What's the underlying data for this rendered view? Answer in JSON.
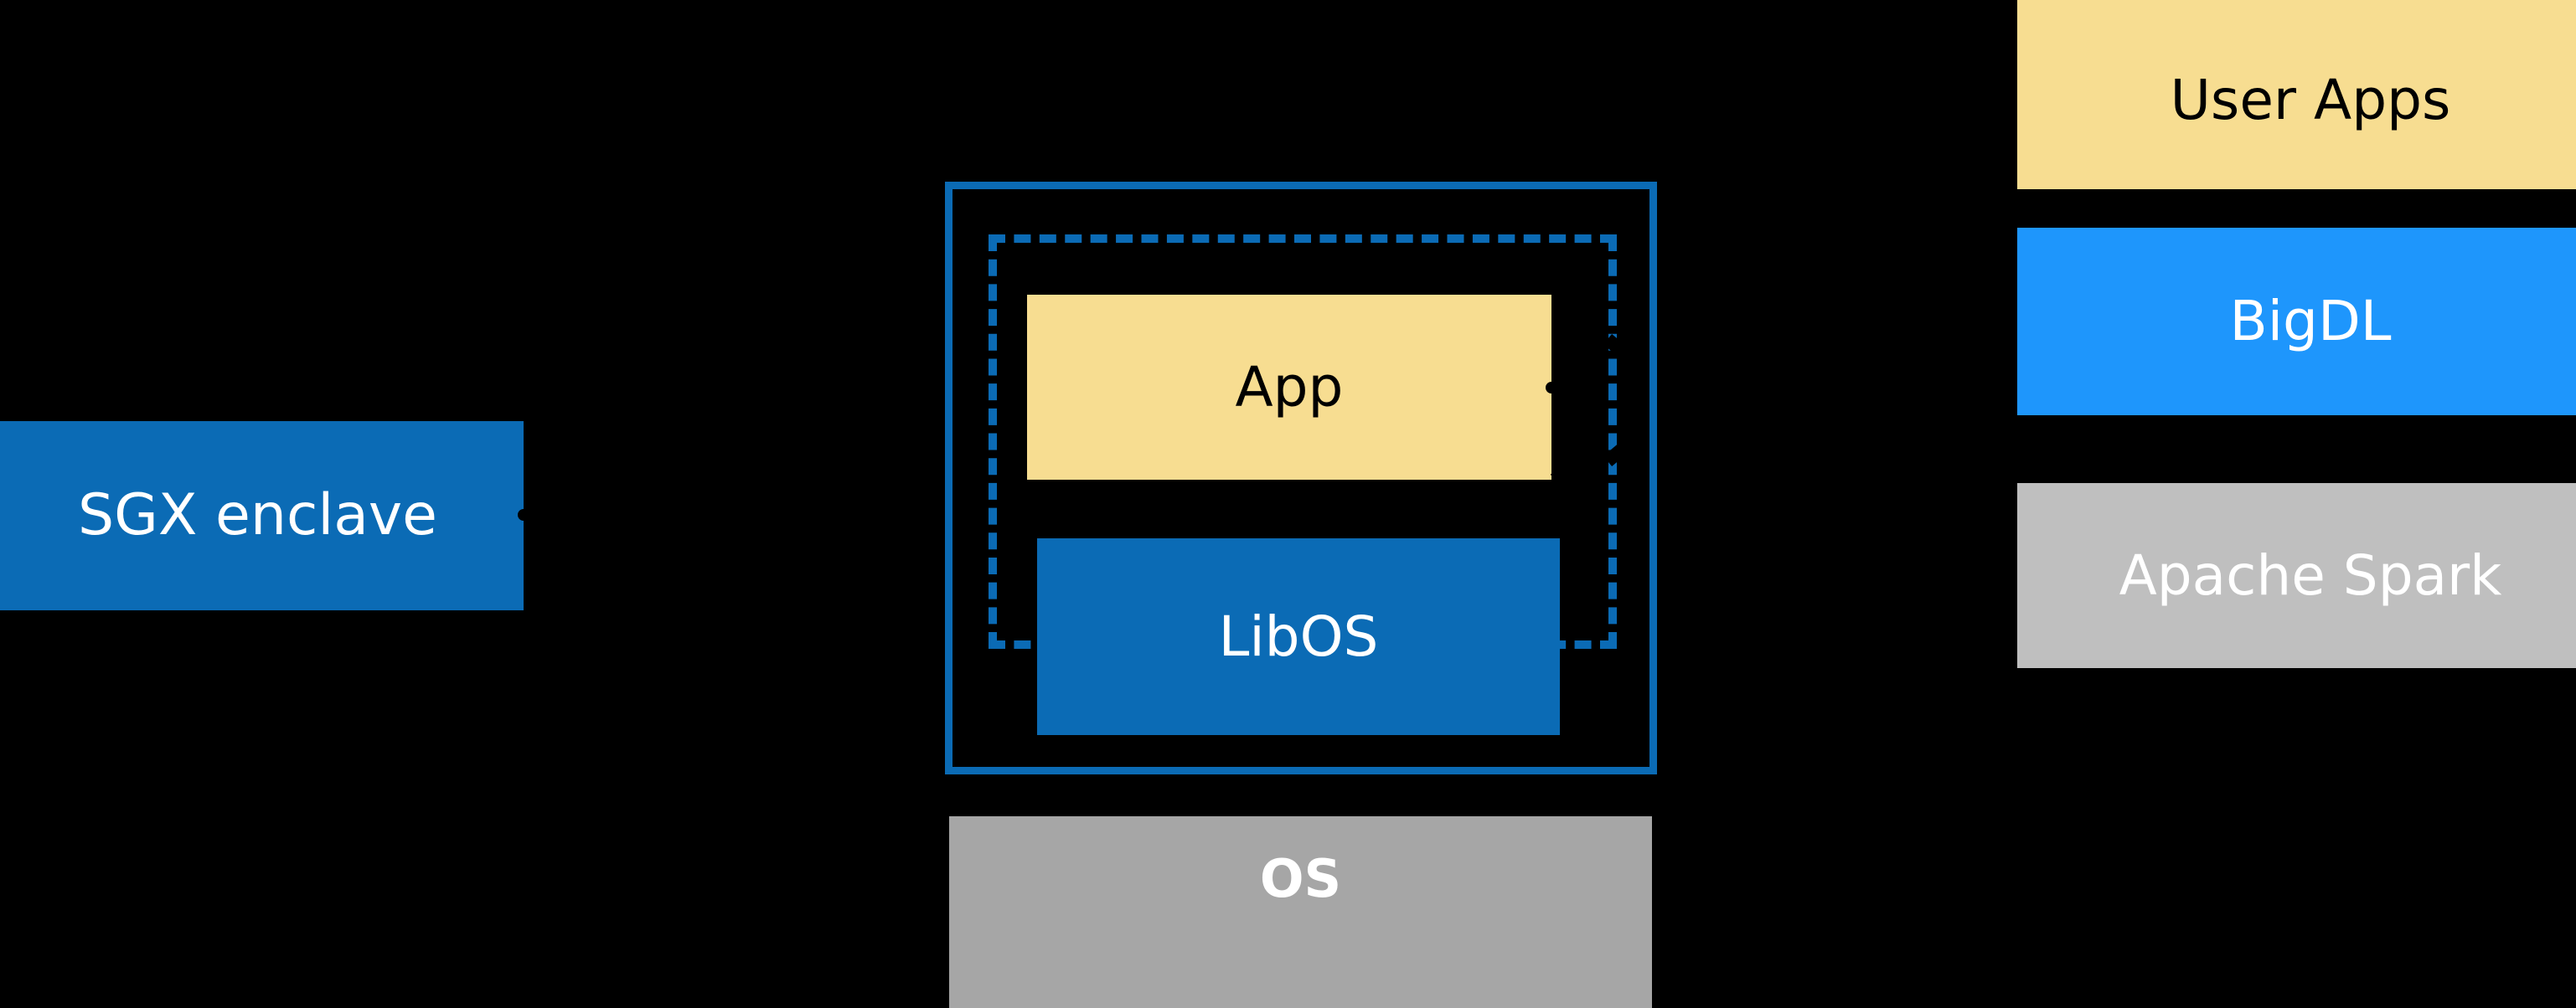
{
  "diagram": {
    "background_color": "#000000",
    "palette": {
      "blue_dark": "#0b6bb5",
      "blue_bright": "#1e96fc",
      "yellow": "#f7dd91",
      "gray": "#bfbfbf",
      "gray_dark": "#a6a6a6",
      "white": "#ffffff",
      "black": "#000000"
    },
    "left": {
      "sgx_enclave_label": "SGX enclave"
    },
    "center": {
      "app_label": "App",
      "libos_label": "LibOS",
      "os_label": "OS"
    },
    "right_stack": {
      "user_apps_label": "User Apps",
      "bigdl_label": "BigDL",
      "apache_spark_label": "Apache Spark"
    }
  }
}
